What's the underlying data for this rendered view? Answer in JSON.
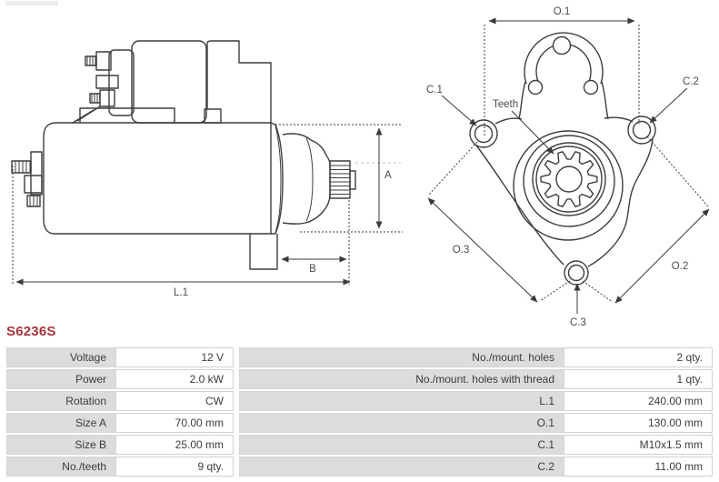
{
  "part_number": "S6236S",
  "accent_color": "#a6343c",
  "diagram": {
    "side_view": {
      "dim_a": "A",
      "dim_b": "B",
      "dim_l1": "L.1"
    },
    "front_view": {
      "dim_o1": "O.1",
      "dim_o2": "O.2",
      "dim_o3": "O.3",
      "hole_c1": "C.1",
      "hole_c2": "C.2",
      "hole_c3": "C.3",
      "teeth": "Teeth"
    }
  },
  "table": {
    "rows": [
      {
        "label_left": "Voltage",
        "value_left": "12 V",
        "label_right": "No./mount. holes",
        "value_right": "2 qty."
      },
      {
        "label_left": "Power",
        "value_left": "2.0 kW",
        "label_right": "No./mount. holes with thread",
        "value_right": "1 qty."
      },
      {
        "label_left": "Rotation",
        "value_left": "CW",
        "label_right": "L.1",
        "value_right": "240.00 mm"
      },
      {
        "label_left": "Size A",
        "value_left": "70.00 mm",
        "label_right": "O.1",
        "value_right": "130.00 mm"
      },
      {
        "label_left": "Size B",
        "value_left": "25.00 mm",
        "label_right": "C.1",
        "value_right": "M10x1.5 mm"
      },
      {
        "label_left": "No./teeth",
        "value_left": "9 qty.",
        "label_right": "C.2",
        "value_right": "11.00 mm"
      }
    ]
  }
}
